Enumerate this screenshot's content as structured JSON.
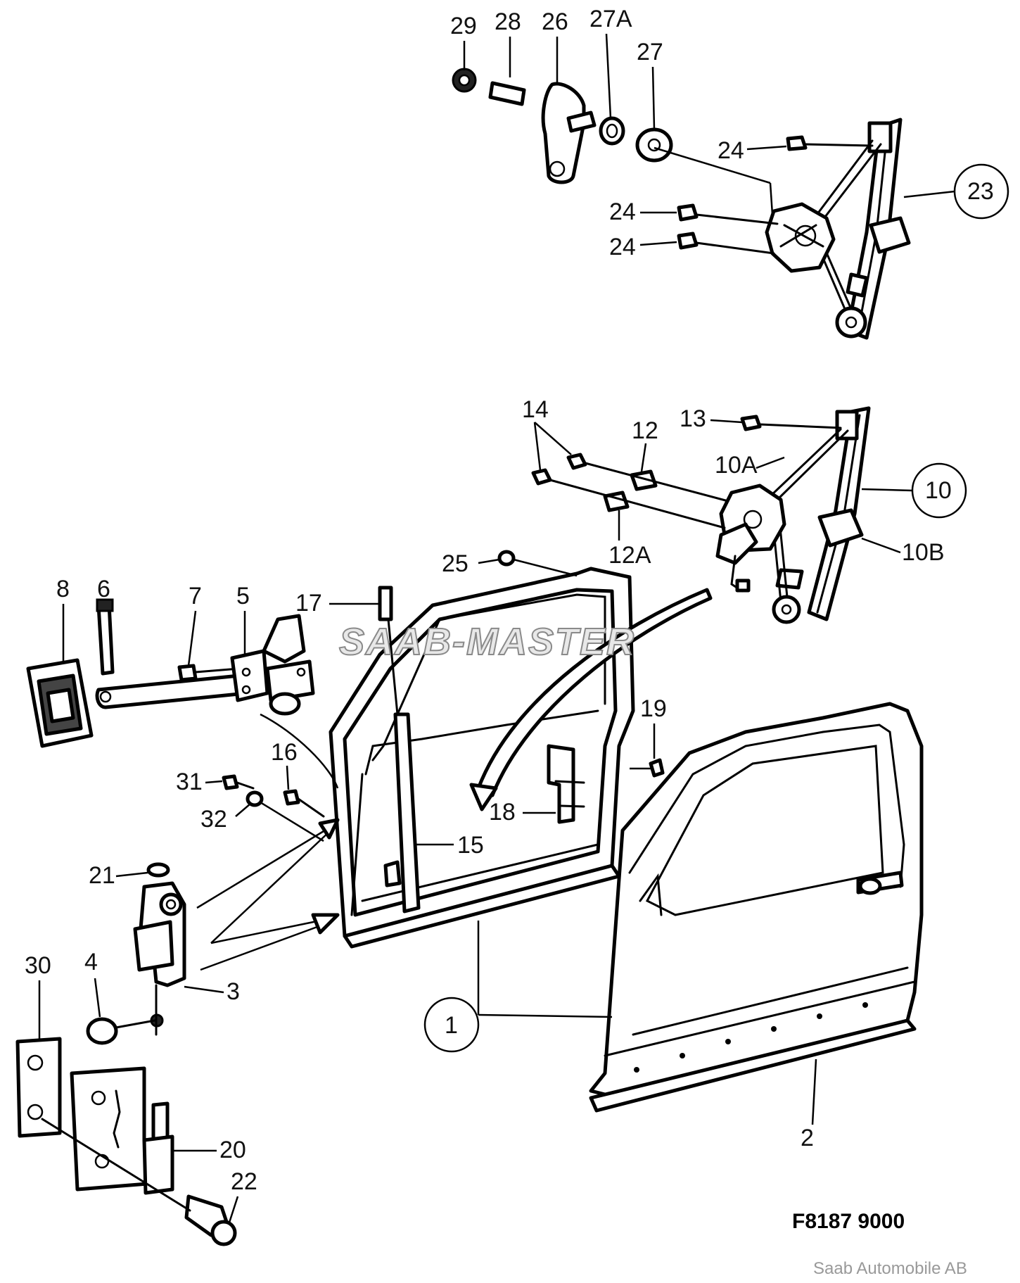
{
  "labels": {
    "l29": "29",
    "l28": "28",
    "l26": "26",
    "l27A": "27A",
    "l27": "27",
    "l24a": "24",
    "l24b": "24",
    "l24c": "24",
    "l23": "23",
    "l14": "14",
    "l12": "12",
    "l13": "13",
    "l10A": "10A",
    "l10": "10",
    "l12A": "12A",
    "l10B": "10B",
    "l25": "25",
    "l8": "8",
    "l6": "6",
    "l7": "7",
    "l5": "5",
    "l17": "17",
    "l19": "19",
    "l16": "16",
    "l31": "31",
    "l32": "32",
    "l18": "18",
    "l15": "15",
    "l21": "21",
    "l4": "4",
    "l3": "3",
    "l30": "30",
    "l1": "1",
    "l2": "2",
    "l20": "20",
    "l22": "22"
  },
  "watermark": "SAAB-MASTER",
  "figure_code": "F8187 9000",
  "credit": "Saab Automobile AB"
}
